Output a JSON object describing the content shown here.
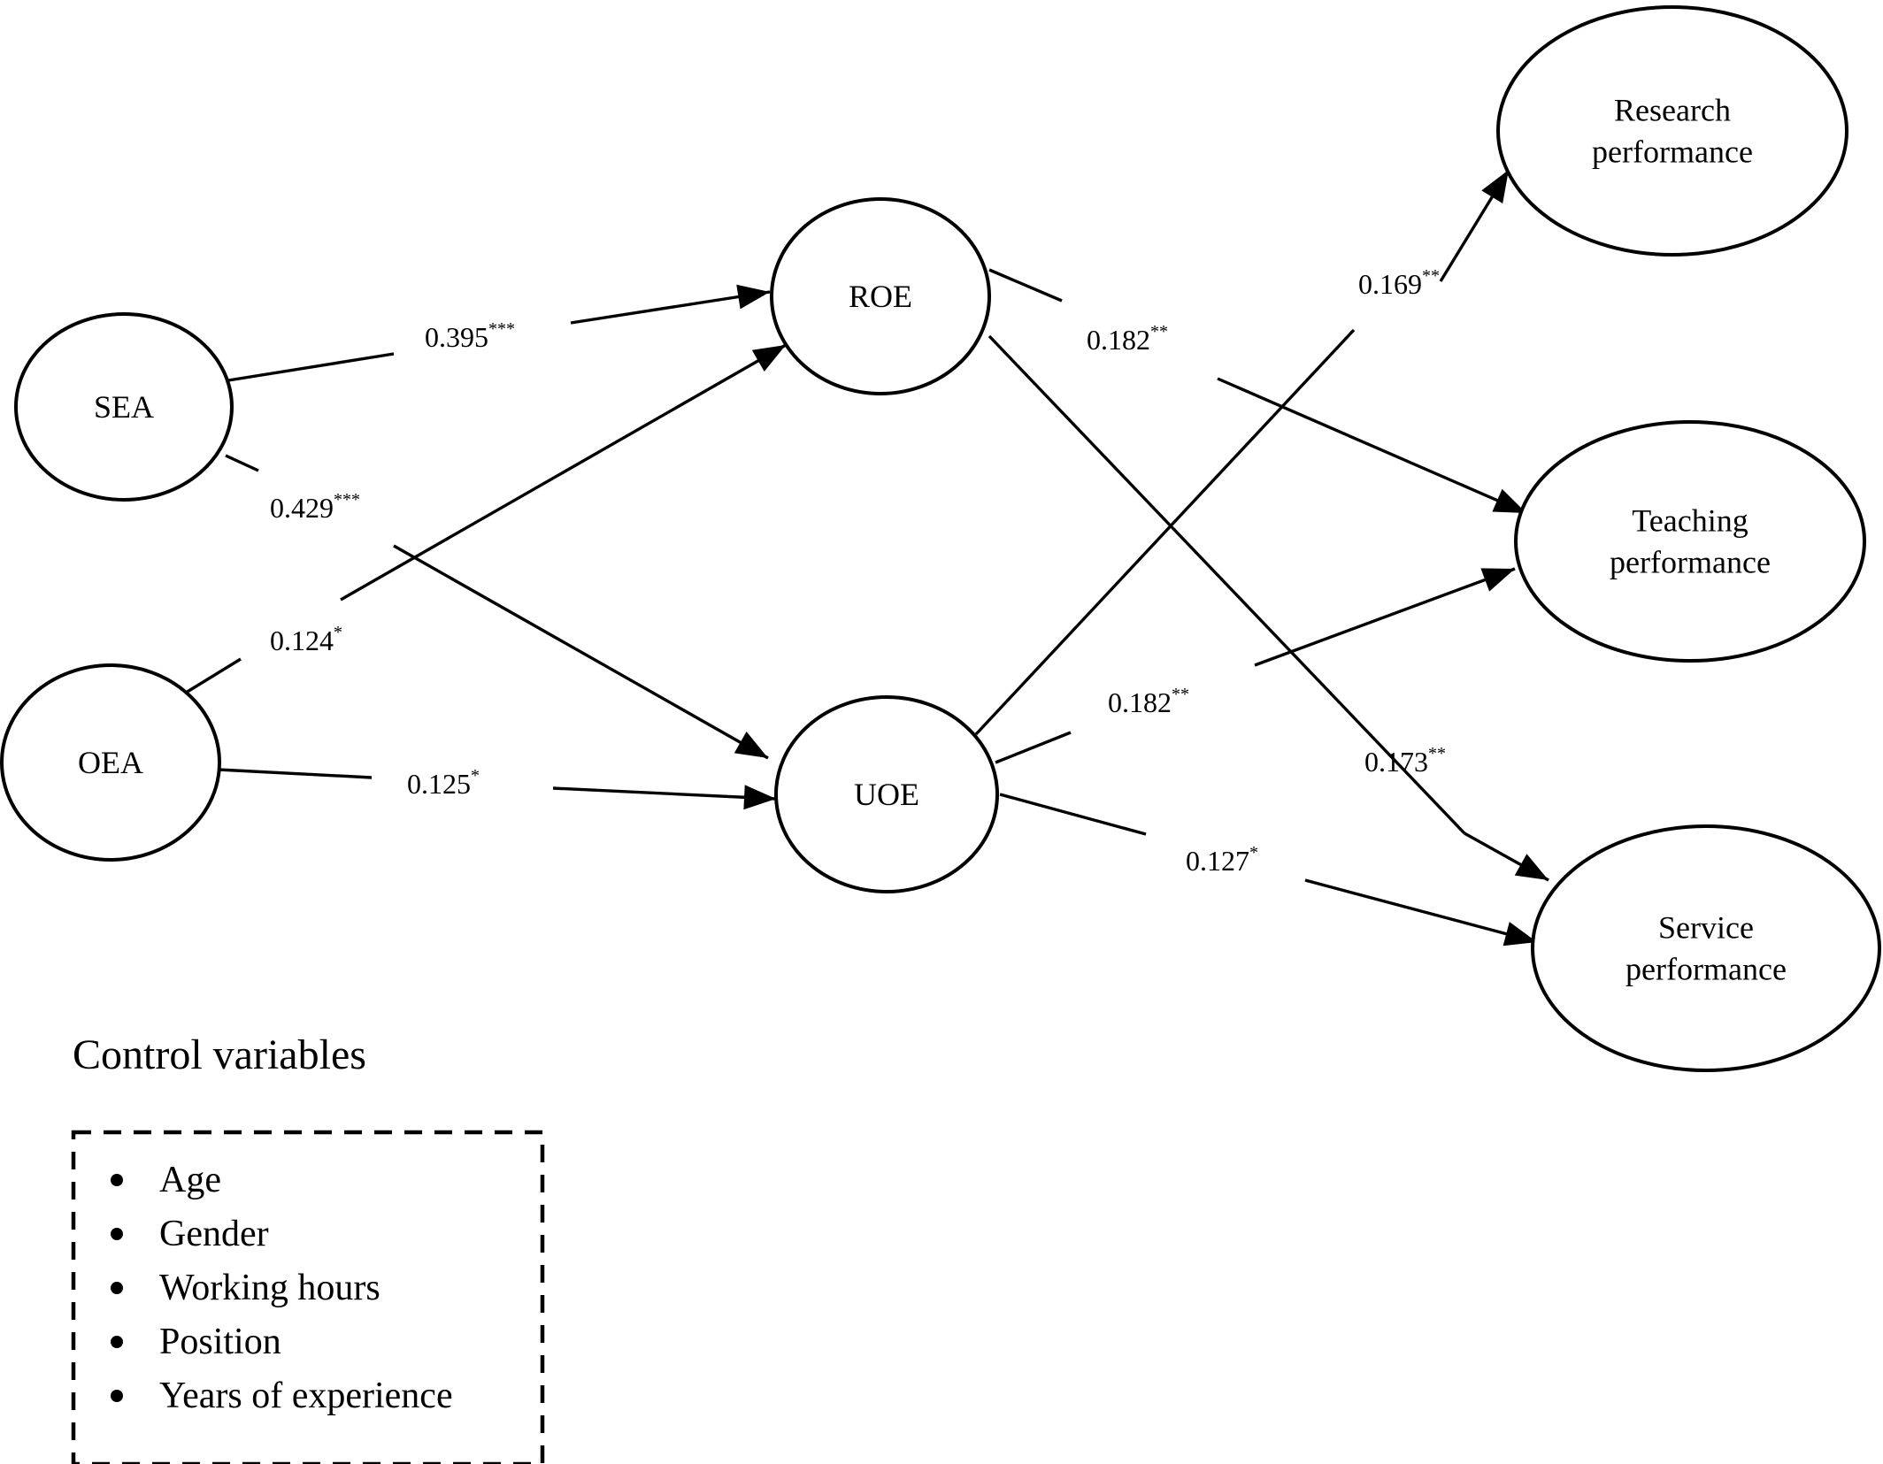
{
  "nodes": [
    {
      "id": "sea",
      "label_lines": [
        "SEA"
      ]
    },
    {
      "id": "oea",
      "label_lines": [
        "OEA"
      ]
    },
    {
      "id": "roe",
      "label_lines": [
        "ROE"
      ]
    },
    {
      "id": "uoe",
      "label_lines": [
        "UOE"
      ]
    },
    {
      "id": "research",
      "label_lines": [
        "Research",
        "performance"
      ]
    },
    {
      "id": "teaching",
      "label_lines": [
        "Teaching",
        "performance"
      ]
    },
    {
      "id": "service",
      "label_lines": [
        "Service",
        "performance"
      ]
    }
  ],
  "paths": [
    {
      "from": "sea",
      "to": "roe",
      "value": "0.395",
      "sig": "***"
    },
    {
      "from": "sea",
      "to": "uoe",
      "value": "0.429",
      "sig": "***"
    },
    {
      "from": "oea",
      "to": "roe",
      "value": "0.124",
      "sig": "*"
    },
    {
      "from": "oea",
      "to": "uoe",
      "value": "0.125",
      "sig": "*"
    },
    {
      "from": "uoe",
      "to": "research",
      "value": "0.169",
      "sig": "**"
    },
    {
      "from": "roe",
      "to": "teaching",
      "value": "0.182",
      "sig": "**"
    },
    {
      "from": "uoe",
      "to": "teaching",
      "value": "0.182",
      "sig": "**"
    },
    {
      "from": "roe",
      "to": "service",
      "value": "0.173",
      "sig": "**"
    },
    {
      "from": "uoe",
      "to": "service",
      "value": "0.127",
      "sig": "*"
    }
  ],
  "controls": {
    "title": "Control variables",
    "items": [
      "Age",
      "Gender",
      "Working hours",
      "Position",
      "Years of experience"
    ]
  }
}
